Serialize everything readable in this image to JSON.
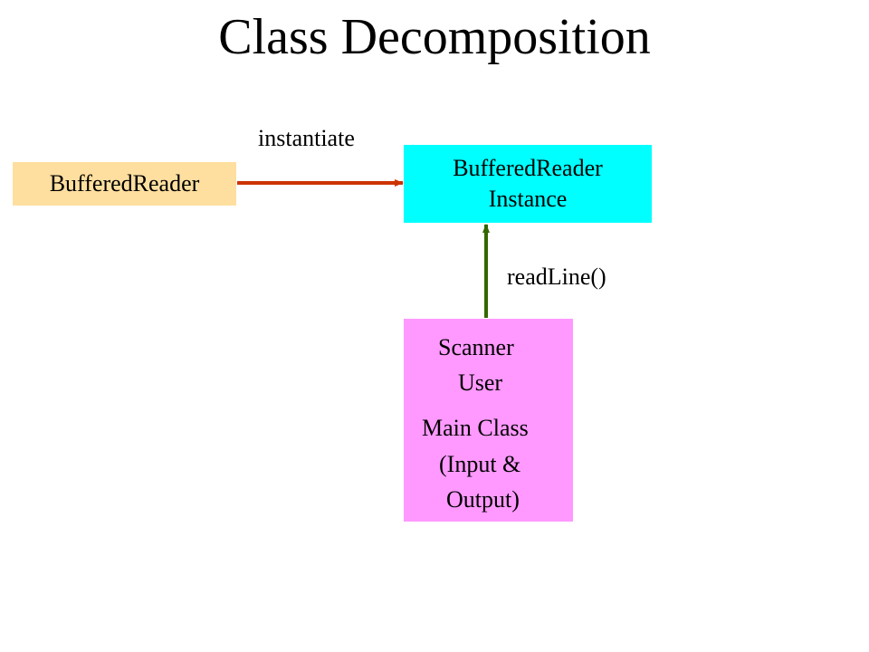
{
  "title": "Class Decomposition",
  "nodes": {
    "buffered_reader_class": {
      "label": "BufferedReader",
      "color": "#ffdf9f"
    },
    "buffered_reader_instance": {
      "lines": [
        "BufferedReader",
        "Instance"
      ],
      "color": "#00ffff"
    },
    "main_class": {
      "lines": [
        "Scanner",
        "User",
        "Main Class",
        "(Input &",
        "Output)"
      ],
      "color": "#ff99ff"
    }
  },
  "edges": {
    "instantiate": {
      "label": "instantiate",
      "color": "#cc3300"
    },
    "read_line": {
      "label": "readLine()",
      "color": "#336600"
    }
  }
}
